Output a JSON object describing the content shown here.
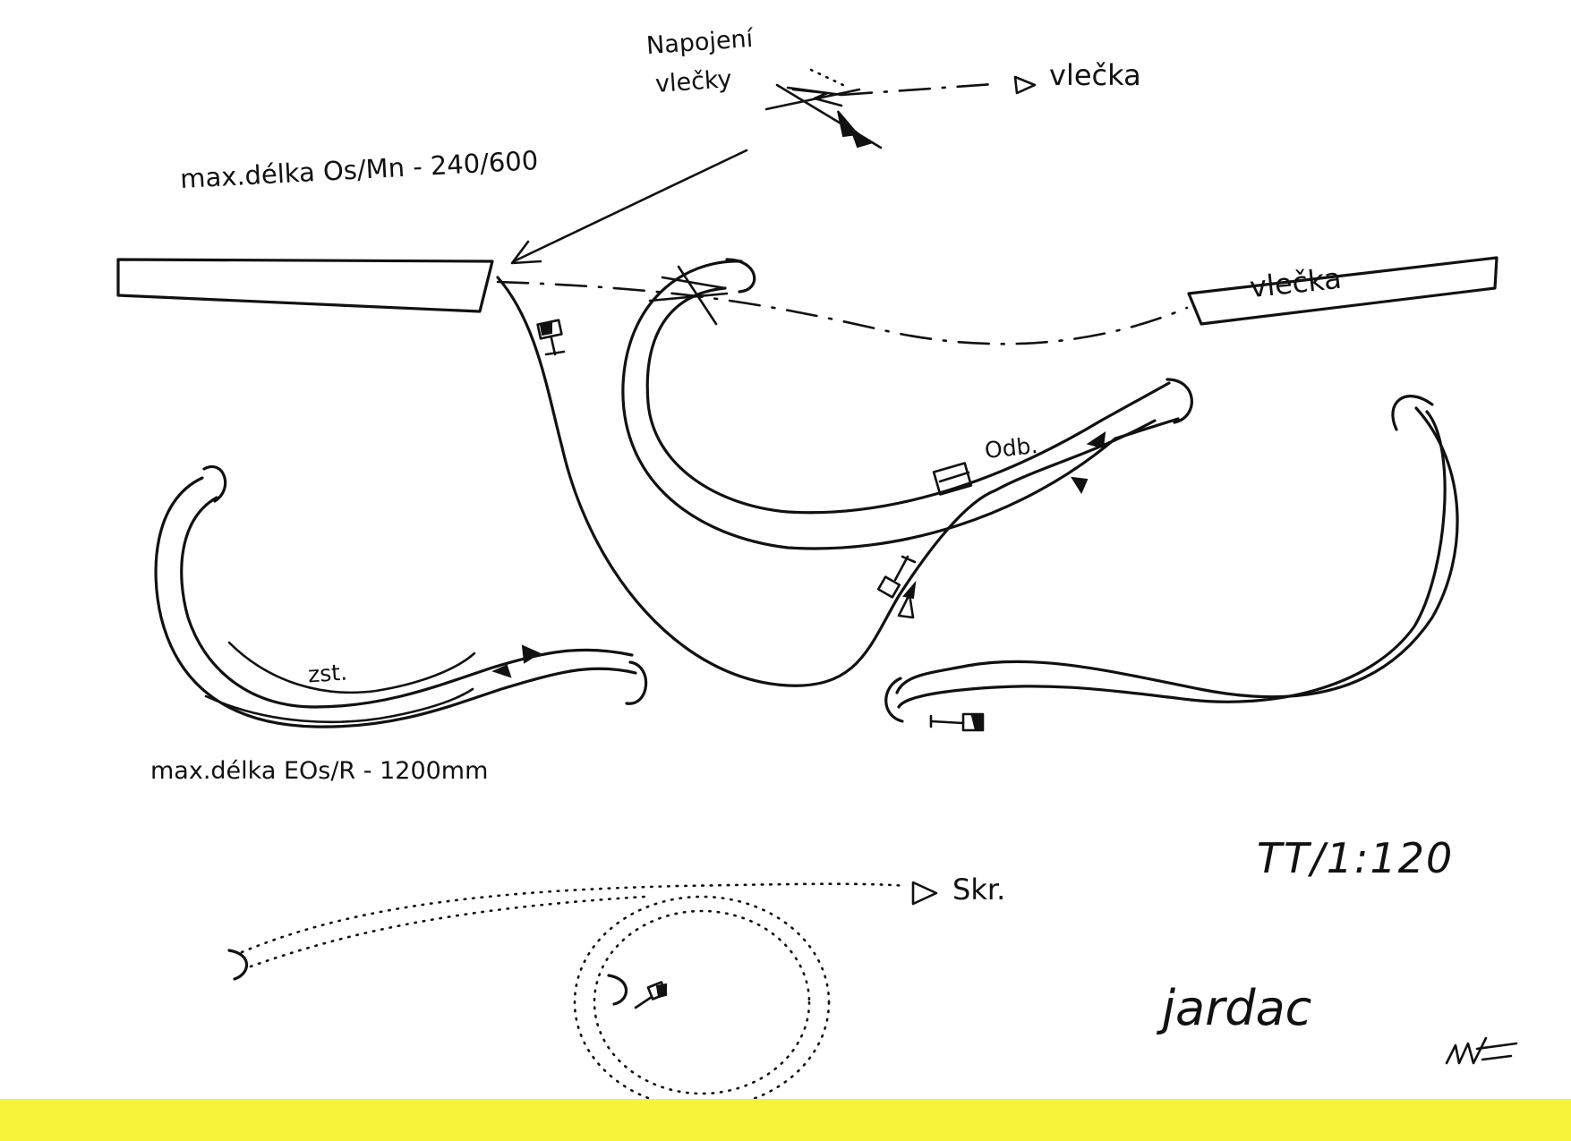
{
  "labels": {
    "junction": "Napojení",
    "junction_line2": "vlečky",
    "siding_top": "vlečka",
    "siding_right": "vlečka",
    "max_len_top": "max.délka Os/Mn - 240/600",
    "branch": "Odb.",
    "stop": "zst.",
    "max_len_bottom": "max.délka EOs/R - 1200mm",
    "scale": "TT/1:120",
    "hidden": "Skr.",
    "author": "jardac"
  },
  "colors": {
    "ink": "#111111",
    "paper": "#ffffff",
    "band": "#f6f33a"
  },
  "icons": {
    "signal": "signal-icon",
    "station_building": "station-building-icon",
    "arrow": "arrow-icon",
    "signature": "signature-icon"
  }
}
